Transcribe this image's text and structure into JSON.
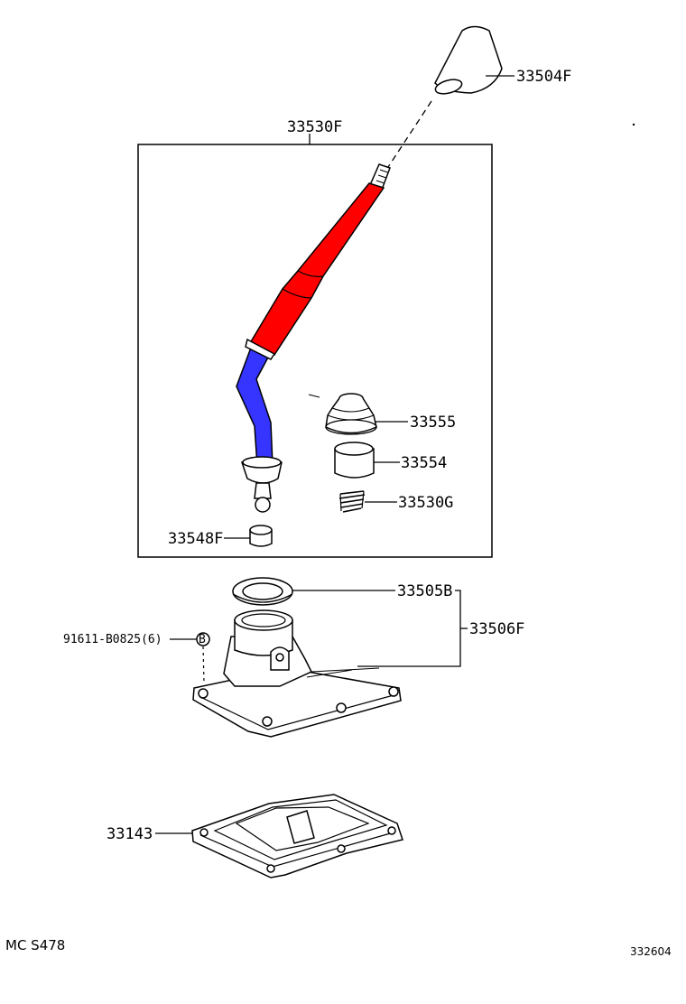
{
  "labels": {
    "knob": "33504F",
    "lever_assy": "33530F",
    "boot": "33555",
    "bushing": "33554",
    "spring": "33530G",
    "seat": "33548F",
    "retainer_seal": "33505B",
    "retainer_assy": "33506F",
    "bolt": "91611-B0825(6)",
    "cover": "33143"
  },
  "footer": {
    "model_code": "MC S478",
    "ref_number": "332604"
  },
  "colors": {
    "lever_upper": "#ff0000",
    "lever_lower": "#3535ff",
    "line": "#000000",
    "background": "#ffffff"
  }
}
